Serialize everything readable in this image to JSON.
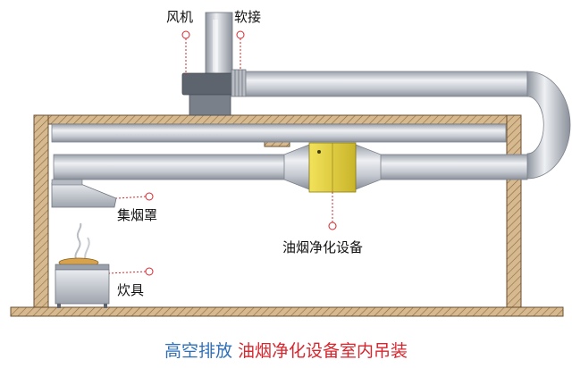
{
  "labels": {
    "fan": "风机",
    "soft_joint": "软接",
    "hood": "集烟罩",
    "purifier": "油烟净化设备",
    "stove": "炊具"
  },
  "caption": {
    "part1": "高空排放",
    "part2": "油烟净化设备室内吊装"
  },
  "colors": {
    "duct": "#c7cbd3",
    "wall_fill": "#d2b48c",
    "purifier": "#e3d23a",
    "callout": "#d8262e",
    "caption_blue": "#2e6fb8",
    "caption_red": "#d8262e"
  }
}
